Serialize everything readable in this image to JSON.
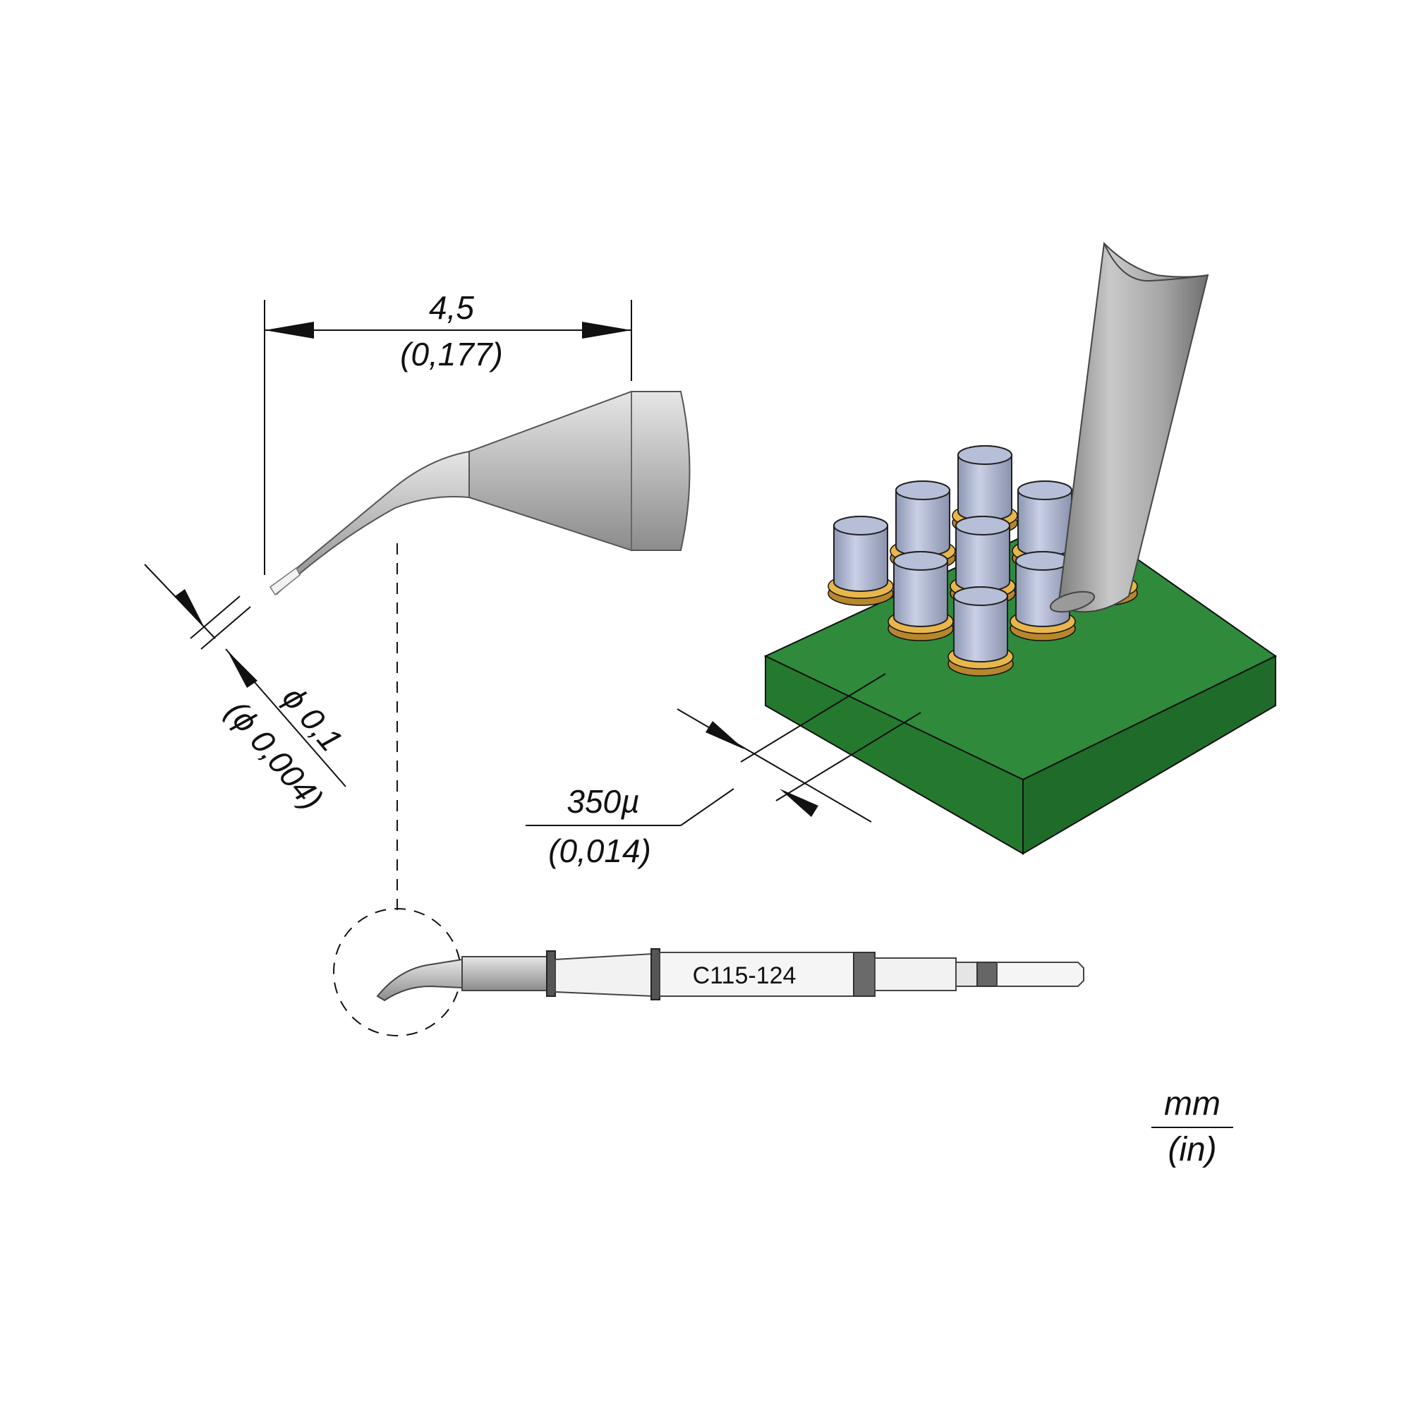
{
  "dimensions": {
    "tip_length": {
      "mm": "4,5",
      "inch": "(0,177)"
    },
    "tip_diameter": {
      "mm": "ϕ 0,1",
      "inch": "(ϕ 0,004)"
    },
    "pitch": {
      "mm": "350µ",
      "inch": "(0,014)"
    }
  },
  "part_number": "C115-124",
  "units": {
    "primary": "mm",
    "secondary": "(in)"
  },
  "colors": {
    "pcb_top": "#2f8a3b",
    "pcb_side": "#1f6b2a",
    "pad_gold": "#e8b64a",
    "ball_blue": "#b7bfd8",
    "tip_gray": "#b8b8b8"
  }
}
